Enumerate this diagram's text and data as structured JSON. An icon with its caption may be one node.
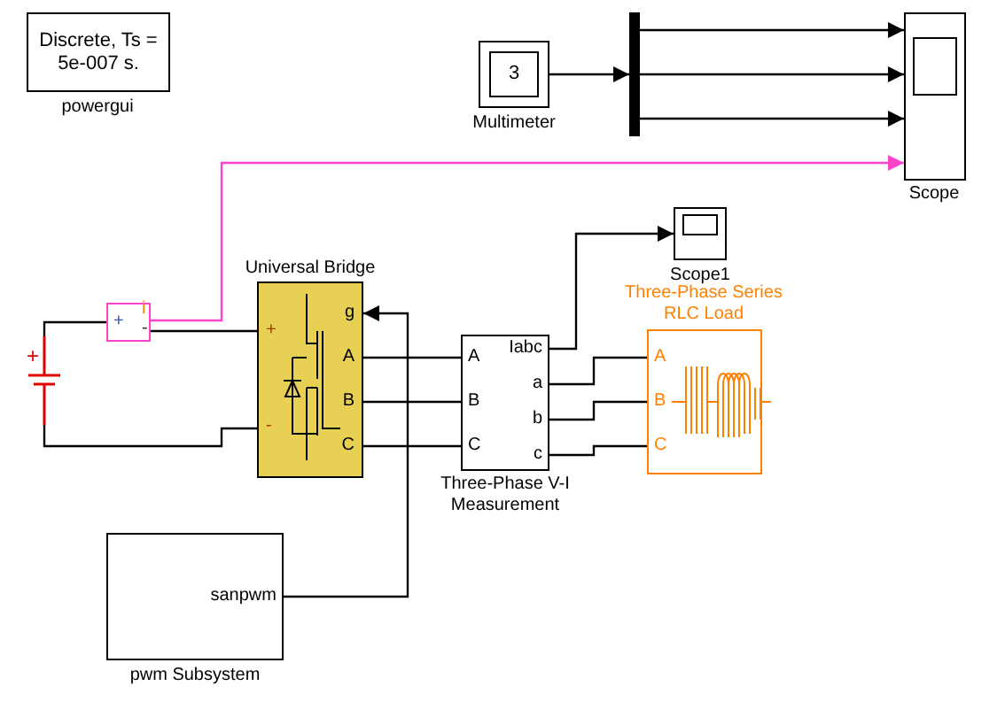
{
  "diagram": {
    "nodes": [
      {
        "text": [
          "Discrete, Ts = 5e-007 s."
        ],
        "beside": [
          "powergui"
        ]
      },
      {
        "text": [
          "3"
        ],
        "beside": [
          "Multimeter"
        ]
      },
      {
        "text": [],
        "shape": "bar"
      },
      {
        "text": [],
        "shape": "box",
        "beside": [
          "Scope"
        ]
      },
      {
        "text": [
          "+",
          "i",
          "-"
        ]
      },
      {
        "text": [
          "+"
        ]
      },
      {
        "text": [
          "+",
          "-",
          "g",
          "A",
          "B",
          "C"
        ],
        "beside": [
          "Universal Bridge"
        ]
      },
      {
        "text": [],
        "shape": "box",
        "beside": [
          "Scope1"
        ]
      },
      {
        "text": [
          "A",
          "B",
          "C",
          "Iabc",
          "a",
          "b",
          "c"
        ],
        "beside": [
          "Three-Phase V-I Measurement"
        ]
      },
      {
        "text": [
          "A",
          "B",
          "C"
        ],
        "beside": [
          "Three-Phase Series RLC Load"
        ]
      },
      {
        "text": [
          "sanpwm"
        ],
        "beside": [
          "pwm Subsystem"
        ]
      }
    ],
    "edges": [
      {
        "from": 1,
        "to": 2,
        "arrow": "to"
      },
      {
        "from": 2,
        "to": 3,
        "arrow": "to"
      },
      {
        "from": 2,
        "to": 3,
        "arrow": "to"
      },
      {
        "from": 2,
        "to": 3,
        "arrow": "to"
      },
      {
        "from": 4,
        "to": 3,
        "arrow": "to",
        "color": "#ff44cc"
      },
      {
        "from": 5,
        "to": 4,
        "arrow": "none"
      },
      {
        "from": 4,
        "to": 6,
        "arrow": "none"
      },
      {
        "from": 5,
        "to": 6,
        "arrow": "none"
      },
      {
        "from": 6,
        "to": 8,
        "arrow": "none"
      },
      {
        "from": 6,
        "to": 8,
        "arrow": "none"
      },
      {
        "from": 6,
        "to": 8,
        "arrow": "none"
      },
      {
        "from": 8,
        "to": 9,
        "arrow": "none"
      },
      {
        "from": 8,
        "to": 9,
        "arrow": "none"
      },
      {
        "from": 8,
        "to": 9,
        "arrow": "none"
      },
      {
        "from": 8,
        "to": 7,
        "arrow": "to"
      },
      {
        "from": 10,
        "to": 6,
        "arrow": "to"
      }
    ]
  }
}
